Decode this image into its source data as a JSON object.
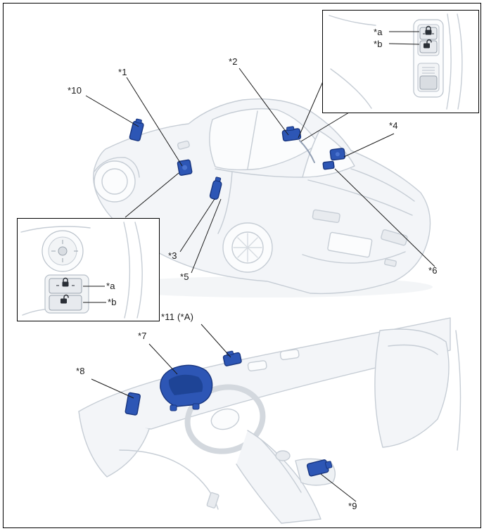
{
  "diagram": {
    "type": "vehicle-component-location-diagram",
    "colors": {
      "background": "#ffffff",
      "border": "#000000",
      "line_art": "#c6cdd5",
      "highlight_fill": "#2d56b5",
      "highlight_stroke": "#17347e",
      "leader_line": "#1a1a1a"
    },
    "callouts": {
      "c1": "*1",
      "c2": "*2",
      "c3": "*3",
      "c4": "*4",
      "c5": "*5",
      "c6": "*6",
      "c7": "*7",
      "c8": "*8",
      "c9": "*9",
      "c10": "*10",
      "c11": "*11 (*A)"
    },
    "inset_top_right": {
      "label_a": "*a",
      "label_b": "*b",
      "icon_a": "lock-closed-icon",
      "icon_b": "lock-open-icon"
    },
    "inset_left": {
      "label_a": "*a",
      "label_b": "*b",
      "icon_a": "lock-closed-icon",
      "icon_b": "lock-open-icon"
    }
  }
}
